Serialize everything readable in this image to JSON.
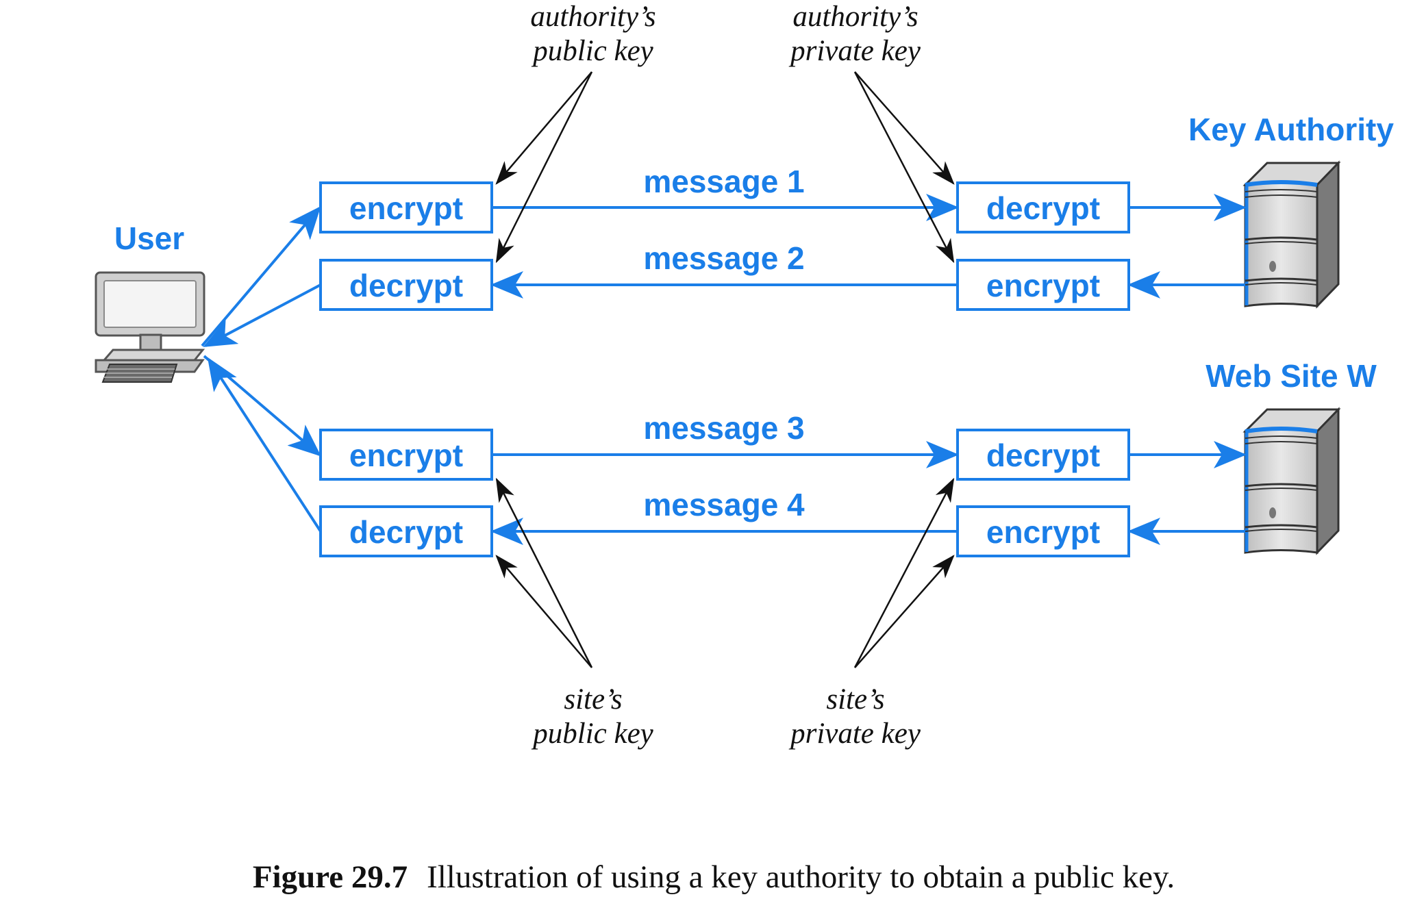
{
  "colors": {
    "accent": "#1a7ee8",
    "key_arrows": "#111111"
  },
  "nodes": {
    "user": "User",
    "key_authority": "Key Authority",
    "web_site": "Web Site W"
  },
  "boxes": {
    "user_encrypt_1": "encrypt",
    "user_decrypt_2": "decrypt",
    "ka_decrypt_1": "decrypt",
    "ka_encrypt_2": "encrypt",
    "user_encrypt_3": "encrypt",
    "user_decrypt_4": "decrypt",
    "ws_decrypt_3": "decrypt",
    "ws_encrypt_4": "encrypt"
  },
  "messages": {
    "m1": "message 1",
    "m2": "message 2",
    "m3": "message 3",
    "m4": "message 4"
  },
  "keys": {
    "auth_public": {
      "line1": "authority’s",
      "line2": "public key"
    },
    "auth_private": {
      "line1": "authority’s",
      "line2": "private key"
    },
    "site_public": {
      "line1": "site’s",
      "line2": "public key"
    },
    "site_private": {
      "line1": "site’s",
      "line2": "private key"
    }
  },
  "caption": {
    "label": "Figure 29.7",
    "text": "Illustration of using a key authority to obtain a public key."
  },
  "icons": {
    "user": "desktop-computer-icon",
    "servers": "server-tower-icon"
  }
}
